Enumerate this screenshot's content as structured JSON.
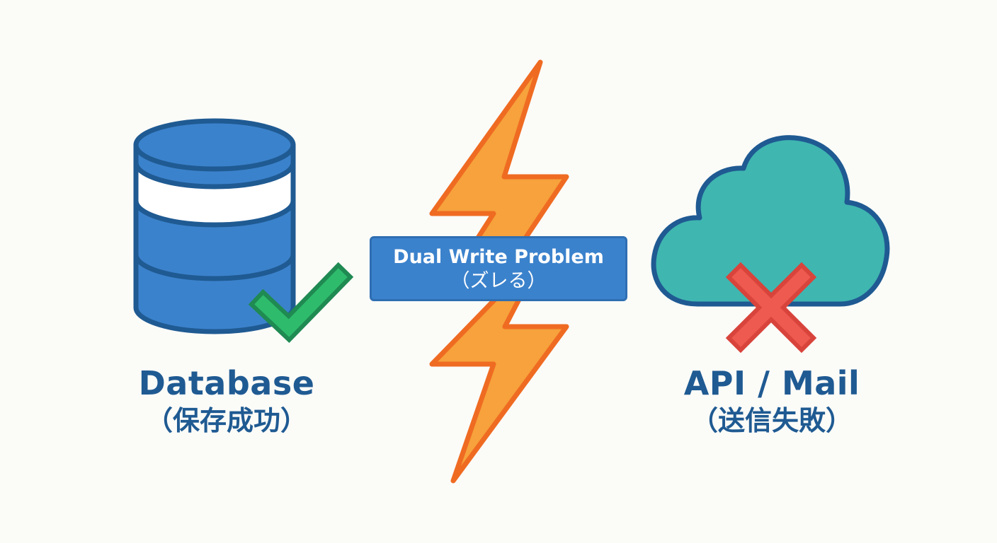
{
  "diagram": {
    "left_node": {
      "title": "Database",
      "subtitle": "（保存成功）",
      "icon": "database-icon",
      "status_icon": "check-icon"
    },
    "right_node": {
      "title": "API / Mail",
      "subtitle": "（送信失敗）",
      "icon": "cloud-icon",
      "status_icon": "cross-icon"
    },
    "center": {
      "icon": "lightning-bolt-icon",
      "banner_line1": "Dual Write Problem",
      "banner_line2": "（ズレる）"
    }
  },
  "colors": {
    "database_blue": "#3b82cc",
    "outline_blue": "#1f5a92",
    "cloud_teal": "#3fb6b0",
    "check_green": "#2ebc6c",
    "cross_red": "#ee5a4f",
    "bolt_orange": "#f7a23c",
    "bolt_outline": "#ef6b22",
    "background": "#fbfbf8"
  }
}
